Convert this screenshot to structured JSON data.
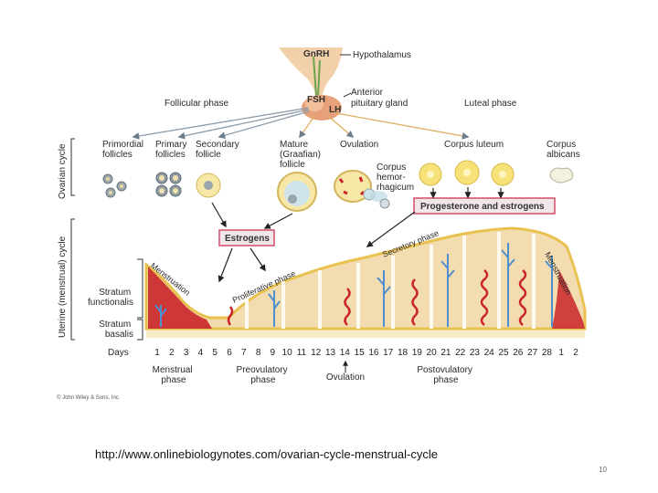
{
  "diagram": {
    "hypothalamus": {
      "gnrh": "GnRH",
      "label": "Hypothalamus"
    },
    "pituitary": {
      "fsh": "FSH",
      "lh": "LH",
      "label_line1": "Anterior",
      "label_line2": "pituitary gland"
    },
    "phases": {
      "follicular": "Follicular phase",
      "luteal": "Luteal phase"
    },
    "side_labels": {
      "ovarian": "Ovarian cycle",
      "uterine": "Uterine (menstrual) cycle"
    },
    "ovary_stages": {
      "primordial": [
        "Primordial",
        "follicles"
      ],
      "primary": [
        "Primary",
        "follicles"
      ],
      "secondary": [
        "Secondary",
        "follicle"
      ],
      "mature": [
        "Mature",
        "(Graafian)",
        "follicle"
      ],
      "ovulation": "Ovulation",
      "hemorrhagicum": [
        "Corpus",
        "hemor-",
        "rhagicum"
      ],
      "luteum": "Corpus luteum",
      "albicans": [
        "Corpus",
        "albicans"
      ]
    },
    "hormone_boxes": {
      "estrogens": "Estrogens",
      "progesterone": "Progesterone and estrogens"
    },
    "uterine_labels": {
      "menstruation_left": "Menstruation",
      "menstruation_right": "Menstruation",
      "proliferative": "Proliferative phase",
      "secretory": "Secretory phase",
      "functionalis": [
        "Stratum",
        "functionalis"
      ],
      "basalis": [
        "Stratum",
        "basalis"
      ]
    },
    "days_label": "Days",
    "days": [
      "1",
      "2",
      "3",
      "4",
      "5",
      "6",
      "7",
      "8",
      "9",
      "10",
      "11",
      "12",
      "13",
      "14",
      "15",
      "16",
      "17",
      "18",
      "19",
      "20",
      "21",
      "22",
      "23",
      "24",
      "25",
      "26",
      "27",
      "28",
      "1",
      "2"
    ],
    "bottom_phases": {
      "menstrual": [
        "Menstrual",
        "phase"
      ],
      "preovulatory": [
        "Preovulatory",
        "phase"
      ],
      "ovulation": "Ovulation",
      "postovulatory": [
        "Postovulatory",
        "phase"
      ]
    },
    "copyright": "© John Wiley & Sons, Inc."
  },
  "footer": {
    "url": "http://www.onlinebiologynotes.com/ovarian-cycle-menstrual-cycle",
    "page_number": "10"
  },
  "colors": {
    "endometrium": "#f3ddb0",
    "tissue_outline": "#e8c14f",
    "blood": "#c9262a",
    "vessel_blue": "#4f8fd1",
    "pituitary": "#e8a07a",
    "arrow_gray": "#8b9aa8",
    "box_border": "#d44b6a",
    "box_fill": "#f1e6ea",
    "follicle_fill": "#f7e7a6"
  }
}
